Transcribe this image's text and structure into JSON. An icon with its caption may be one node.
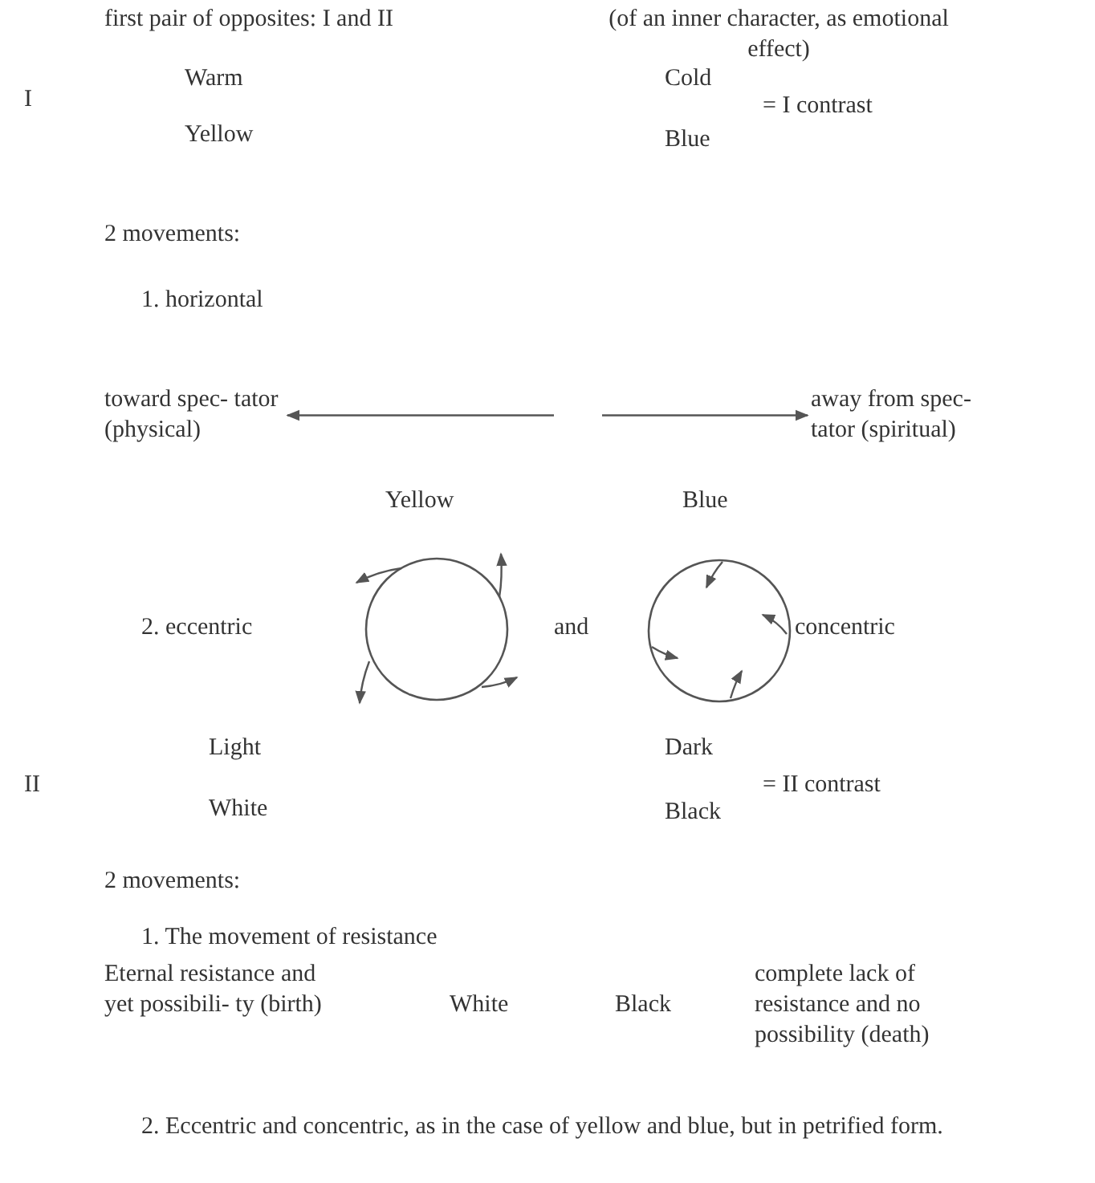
{
  "diagram": {
    "nodes": [
      {
        "text": [
          "toward spec- tator (physical)"
        ]
      },
      {
        "text": [
          "away from spec- tator (spiritual)"
        ]
      }
    ],
    "edges": [
      {
        "from": null,
        "to": 0,
        "arrow": "to"
      },
      {
        "from": null,
        "to": 1,
        "arrow": "to"
      }
    ],
    "labels": [
      "first pair of opposites: I and II",
      "(of an inner character, as emotional effect)",
      "I",
      "Warm",
      "Cold",
      "= I contrast",
      "Yellow",
      "Blue",
      "2 movements:",
      "1. horizontal",
      "Yellow",
      "Blue",
      "2. eccentric",
      "and",
      "concentric",
      "Light",
      "Dark",
      "II",
      "= II contrast",
      "White",
      "Black",
      "2 movements:",
      "1. The movement of resistance",
      "Eternal resistance and yet possibili- ty (birth)",
      "White",
      "Black",
      "complete lack of resistance and no possibility (death)",
      "2. Eccentric and concentric, as in the case of yellow and blue, but in petrified form."
    ]
  }
}
